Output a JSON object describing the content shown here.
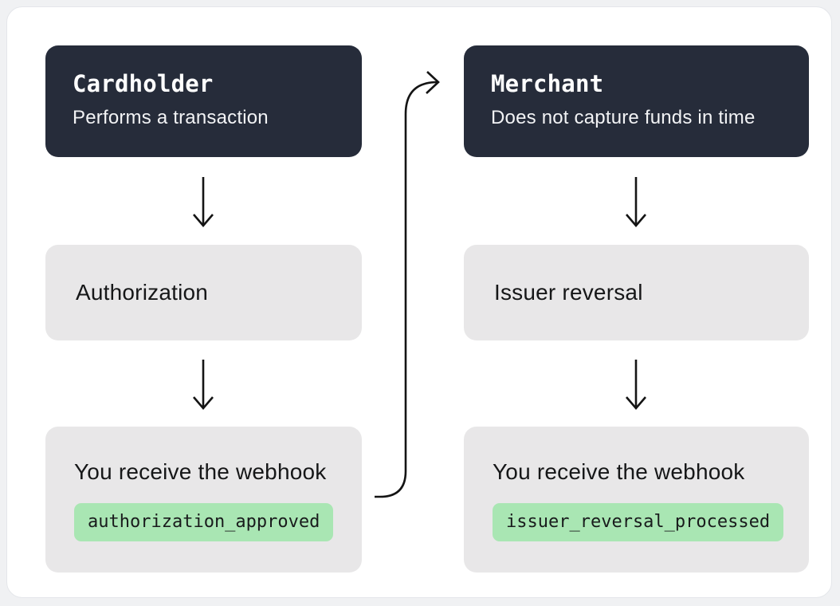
{
  "diagram": {
    "columns": [
      {
        "id": "cardholder-flow",
        "header": {
          "title": "Cardholder",
          "subtitle": "Performs a transaction"
        },
        "step": "Authorization",
        "webhook": {
          "label": "You receive the webhook",
          "event": "authorization_approved"
        }
      },
      {
        "id": "merchant-flow",
        "header": {
          "title": "Merchant",
          "subtitle": "Does not capture funds in time"
        },
        "step": "Issuer reversal",
        "webhook": {
          "label": "You receive the webhook",
          "event": "issuer_reversal_processed"
        }
      }
    ],
    "icons": {
      "down_arrow": "↓",
      "flow_connector": "curved-right-arrow"
    },
    "colors": {
      "page_bg": "#f0f1f3",
      "card_bg": "#ffffff",
      "header_bg": "#262c3a",
      "header_title_text": "#ffffff",
      "header_subtitle_text": "#f2f3f5",
      "step_bg": "#e8e7e8",
      "step_text": "#161718",
      "badge_bg": "#a9e6b3",
      "badge_text": "#191b1c",
      "arrow_stroke": "#141414"
    }
  }
}
